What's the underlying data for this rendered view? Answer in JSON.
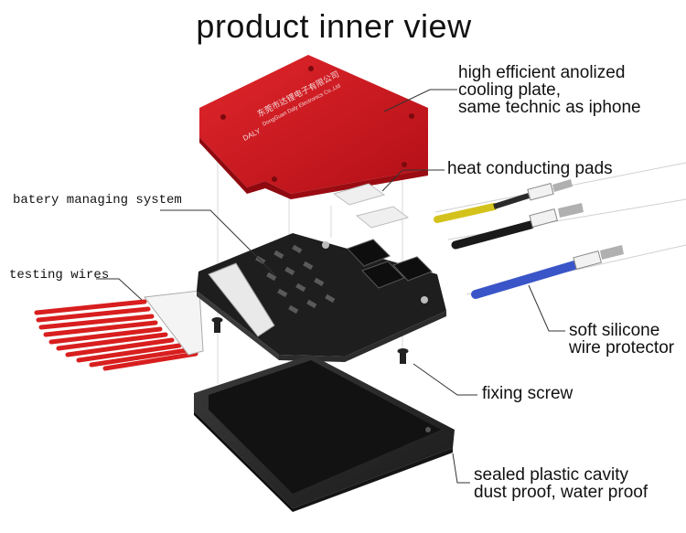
{
  "title": "product inner view",
  "plate_print": {
    "cn": "东莞市达锂电子有限公司",
    "en": "DongGuan Daly Electronics Co.,Ltd",
    "logo": "DALY"
  },
  "labels": {
    "cooling_plate": [
      "high efficient anolized",
      "cooling plate,",
      "same technic as iphone"
    ],
    "heat_pads": "heat conducting pads",
    "bms": "batery managing system",
    "testing_wires": "testing wires",
    "silicone": [
      "soft silicone",
      "wire protector"
    ],
    "fixing_screw": "fixing screw",
    "cavity": [
      "sealed plastic cavity",
      "dust proof, water proof"
    ]
  },
  "colors": {
    "plate_red": "#c8141c",
    "board_black": "#1e1e1e",
    "case_black": "#262626",
    "wire_red": "#d81e1e",
    "yellow_sleeve": "#d4c21c",
    "blue_sleeve": "#3a55c8"
  }
}
